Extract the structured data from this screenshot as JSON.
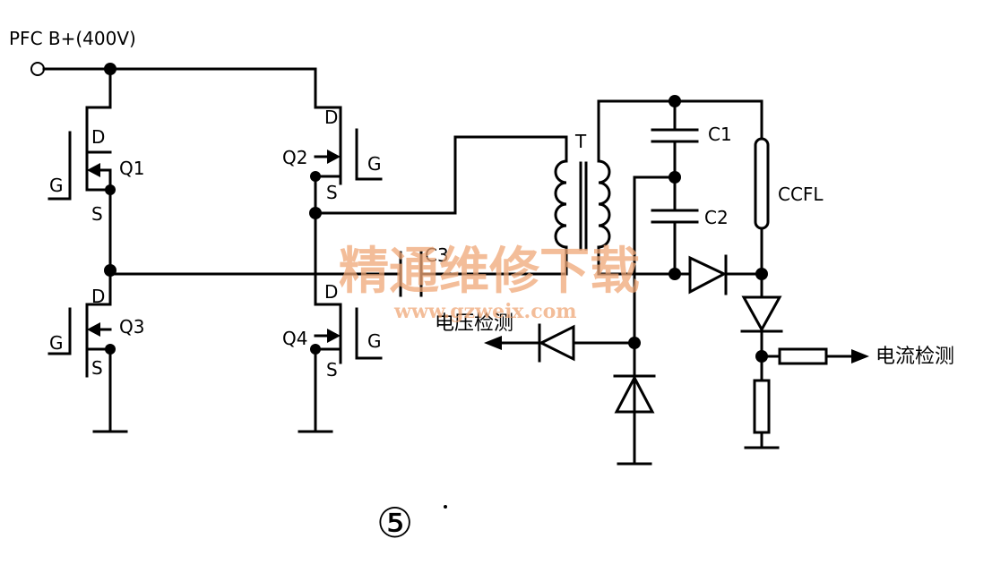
{
  "labels": {
    "supply": "PFC B+(400V)",
    "q1": "Q1",
    "q2": "Q2",
    "q3": "Q3",
    "q4": "Q4",
    "d": "D",
    "g": "G",
    "s": "S",
    "transformer": "T",
    "c1": "C1",
    "c2": "C2",
    "c3": "C3",
    "lamp": "CCFL",
    "voltage_detect": "电压检测",
    "current_detect": "电流检测",
    "figure_number": "⑤"
  },
  "watermark": {
    "title": "精通维修下载",
    "url": "www.gzweix.com",
    "color": "#f0a878"
  }
}
